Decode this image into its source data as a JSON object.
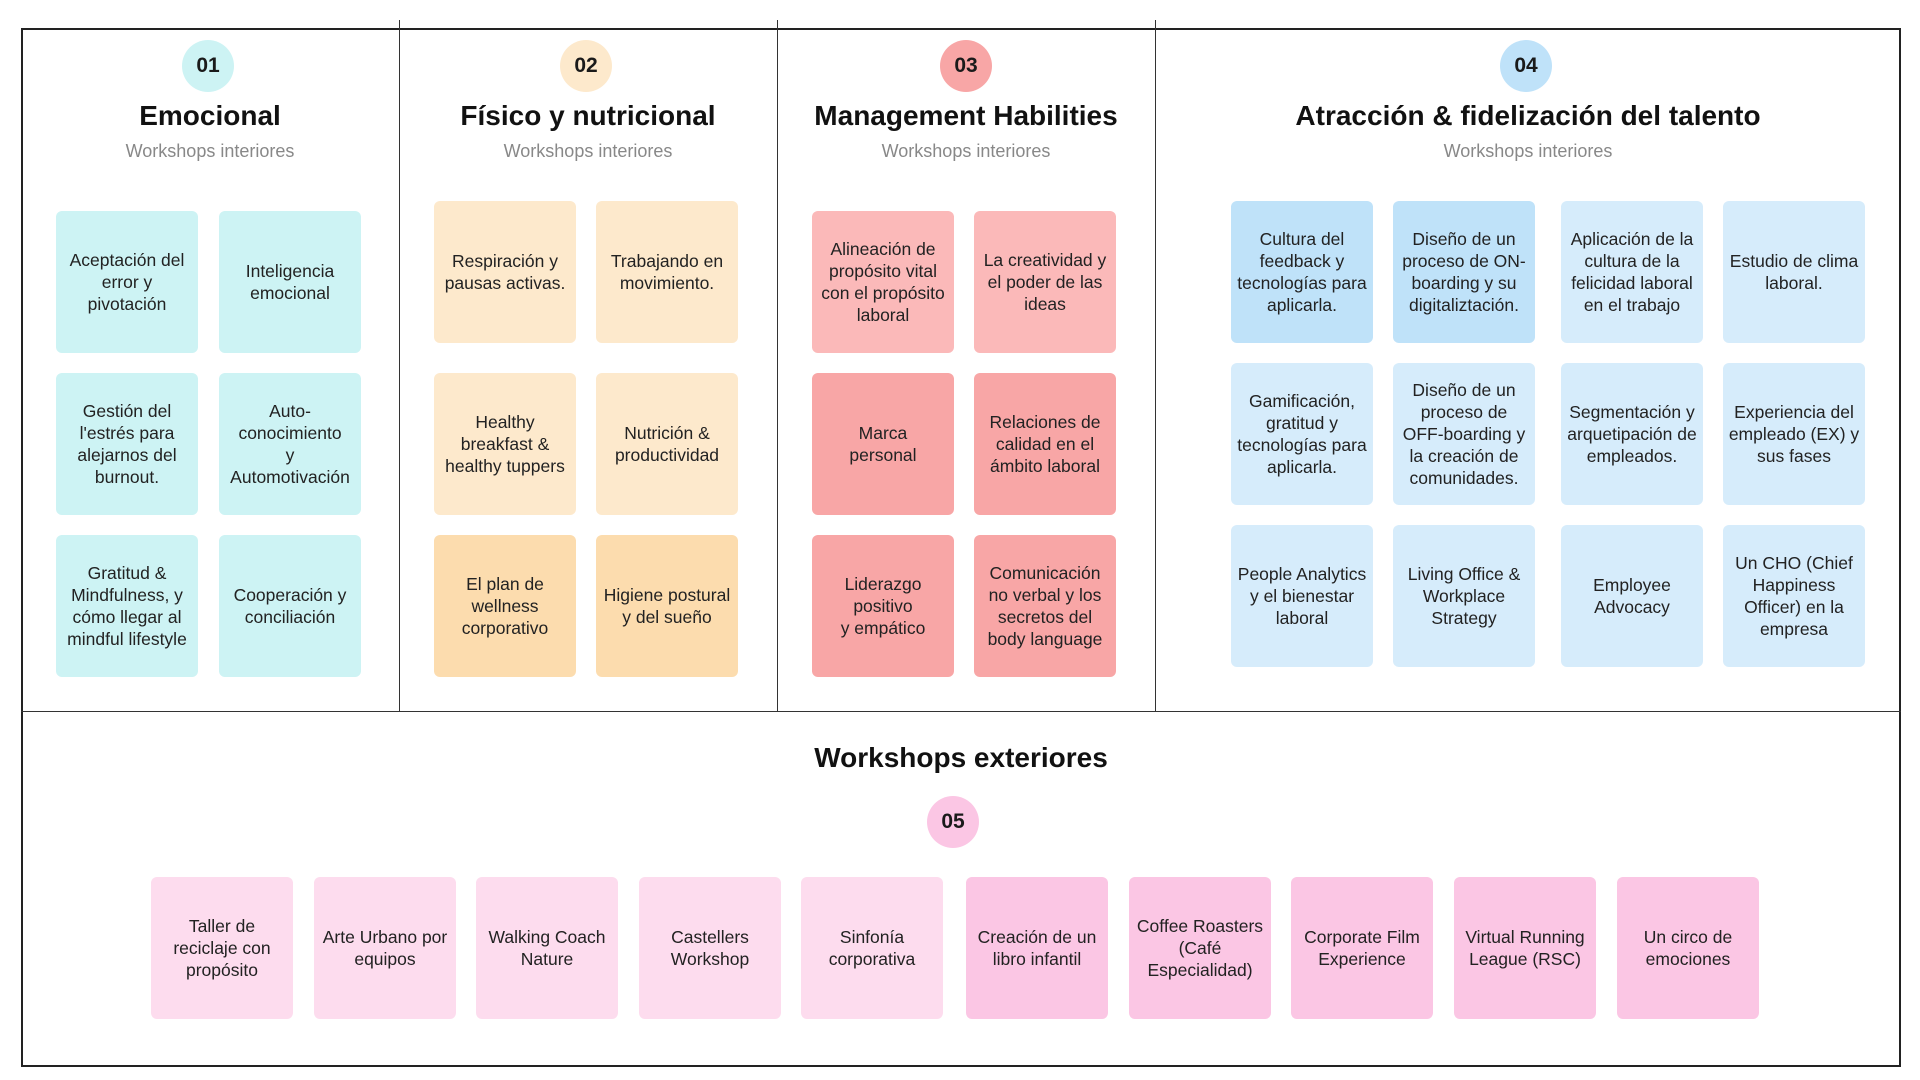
{
  "colors": {
    "emocional": "#cdf3f4",
    "fisico_light": "#fde9cc",
    "fisico_dark": "#fcdcae",
    "management_light": "#fbb9b9",
    "management_dark": "#f8a6a6",
    "talento_light": "#d6ecfb",
    "talento_dark": "#bfe2f9",
    "exterior_light": "#fddcee",
    "exterior_dark": "#fbc6e4"
  },
  "sections": [
    {
      "number": "01",
      "title": "Emocional",
      "subtitle": "Workshops interiores",
      "cards": [
        "Aceptación del error y pivotación",
        "Inteligencia emocional",
        "Gestión del l'estrés para alejarnos del burnout.",
        "Auto-\nconocimiento\ny\nAutomotivación",
        "Gratitud &\nMindfulness, y cómo llegar al mindful lifestyle",
        "Cooperación y conciliación"
      ]
    },
    {
      "number": "02",
      "title": "Físico y nutricional",
      "subtitle": "Workshops interiores",
      "cards": [
        "Respiración y pausas activas.",
        "Trabajando en movimiento.",
        "Healthy breakfast & healthy tuppers",
        "Nutrición & productividad",
        "El plan de wellness corporativo",
        "Higiene postural y del sueño"
      ]
    },
    {
      "number": "03",
      "title": "Management Habilities",
      "subtitle": "Workshops interiores",
      "cards": [
        "Alineación de propósito vital con el propósito laboral",
        "La creatividad y el poder de las ideas",
        "Marca\npersonal",
        "Relaciones de calidad en el ámbito laboral",
        "Liderazgo positivo\ny empático",
        "Comunicación no verbal y los secretos del body language"
      ]
    },
    {
      "number": "04",
      "title": "Atracción & fidelización del talento",
      "subtitle": "Workshops interiores",
      "cards": [
        "Cultura del feedback y tecnologías para aplicarla.",
        "Diseño de un proceso de ON-boarding y su digitaliztación.",
        "Aplicación de la cultura de la felicidad laboral en el trabajo",
        "Estudio de clima laboral.",
        "Gamificación, gratitud y tecnologías para aplicarla.",
        "Diseño de un proceso de OFF-boarding y la creación de comunidades.",
        "Segmentación y arquetipación de empleados.",
        "Experiencia del empleado (EX) y sus fases",
        "People Analytics y el bienestar laboral",
        "Living Office & Workplace Strategy",
        "Employee Advocacy",
        "Un CHO (Chief Happiness Officer) en la empresa"
      ]
    }
  ],
  "exterior": {
    "title": "Workshops exteriores",
    "number": "05",
    "cards": [
      "Taller de reciclaje con propósito",
      "Arte Urbano por equipos",
      "Walking Coach Nature",
      "Castellers Workshop",
      "Sinfonía corporativa",
      "Creación de un libro infantil",
      "Coffee Roasters (Café Especialidad)",
      "Corporate Film Experience",
      "Virtual Running League (RSC)",
      "Un circo de emociones"
    ]
  }
}
